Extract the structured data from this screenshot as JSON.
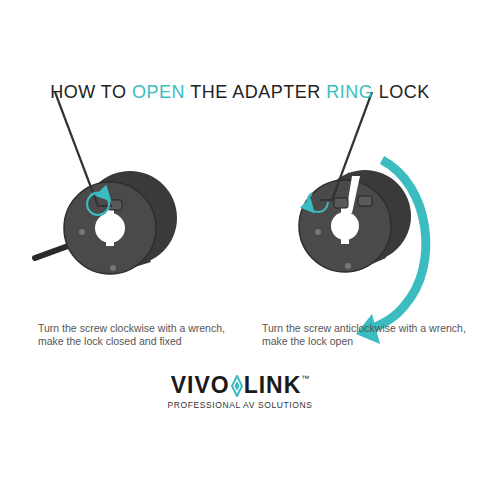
{
  "diagram": {
    "title": "HOW TO OPEN THE ADAPTER RING LOCK",
    "labels": [
      "Turn the screw clockwise with a wrench, make the lock closed and fixed",
      "Turn the screw anticlockwise with a wrench, make the lock open",
      "VIVO",
      "LINK",
      "™",
      "PROFESSIONAL AV SOLUTIONS"
    ]
  }
}
